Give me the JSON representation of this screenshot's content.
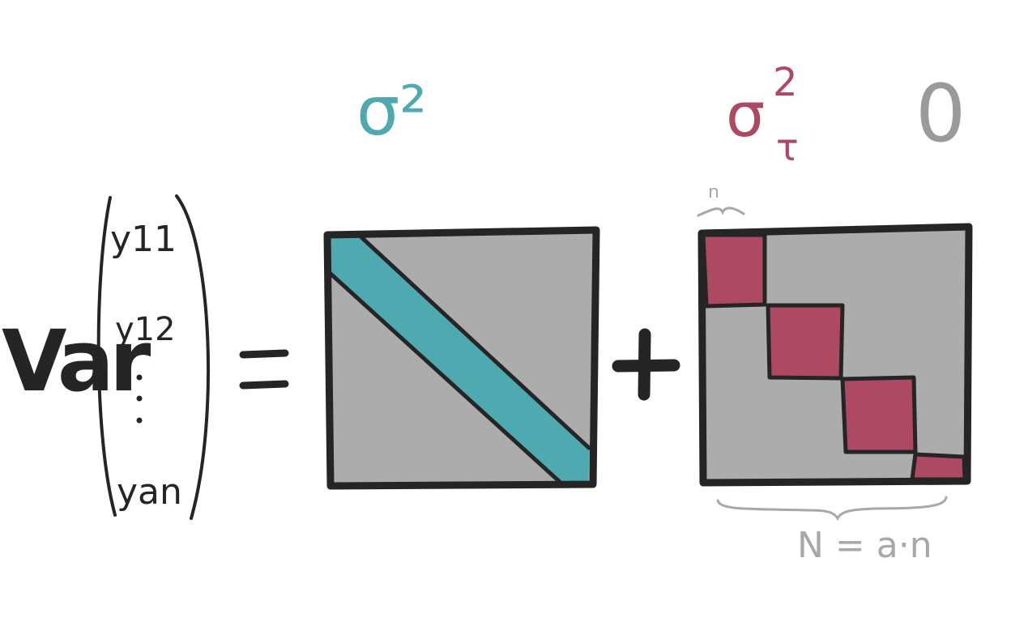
{
  "equation": {
    "lhs_label": "Var",
    "vector_entries": [
      "y11",
      "y12",
      "⋮",
      "yan"
    ],
    "equals": "=",
    "plus": "+"
  },
  "matrix1": {
    "label": "σ²",
    "color": "#4fa9b0"
  },
  "matrix2": {
    "label": "σ²τ",
    "color": "#ad4962",
    "block_count": 4,
    "block_size_label": "n",
    "size_label": "N = a·n"
  },
  "zero_label": "0",
  "colors": {
    "matrix_fill": "#acacac",
    "stroke": "#252525",
    "annotation": "#a8a8a8"
  }
}
